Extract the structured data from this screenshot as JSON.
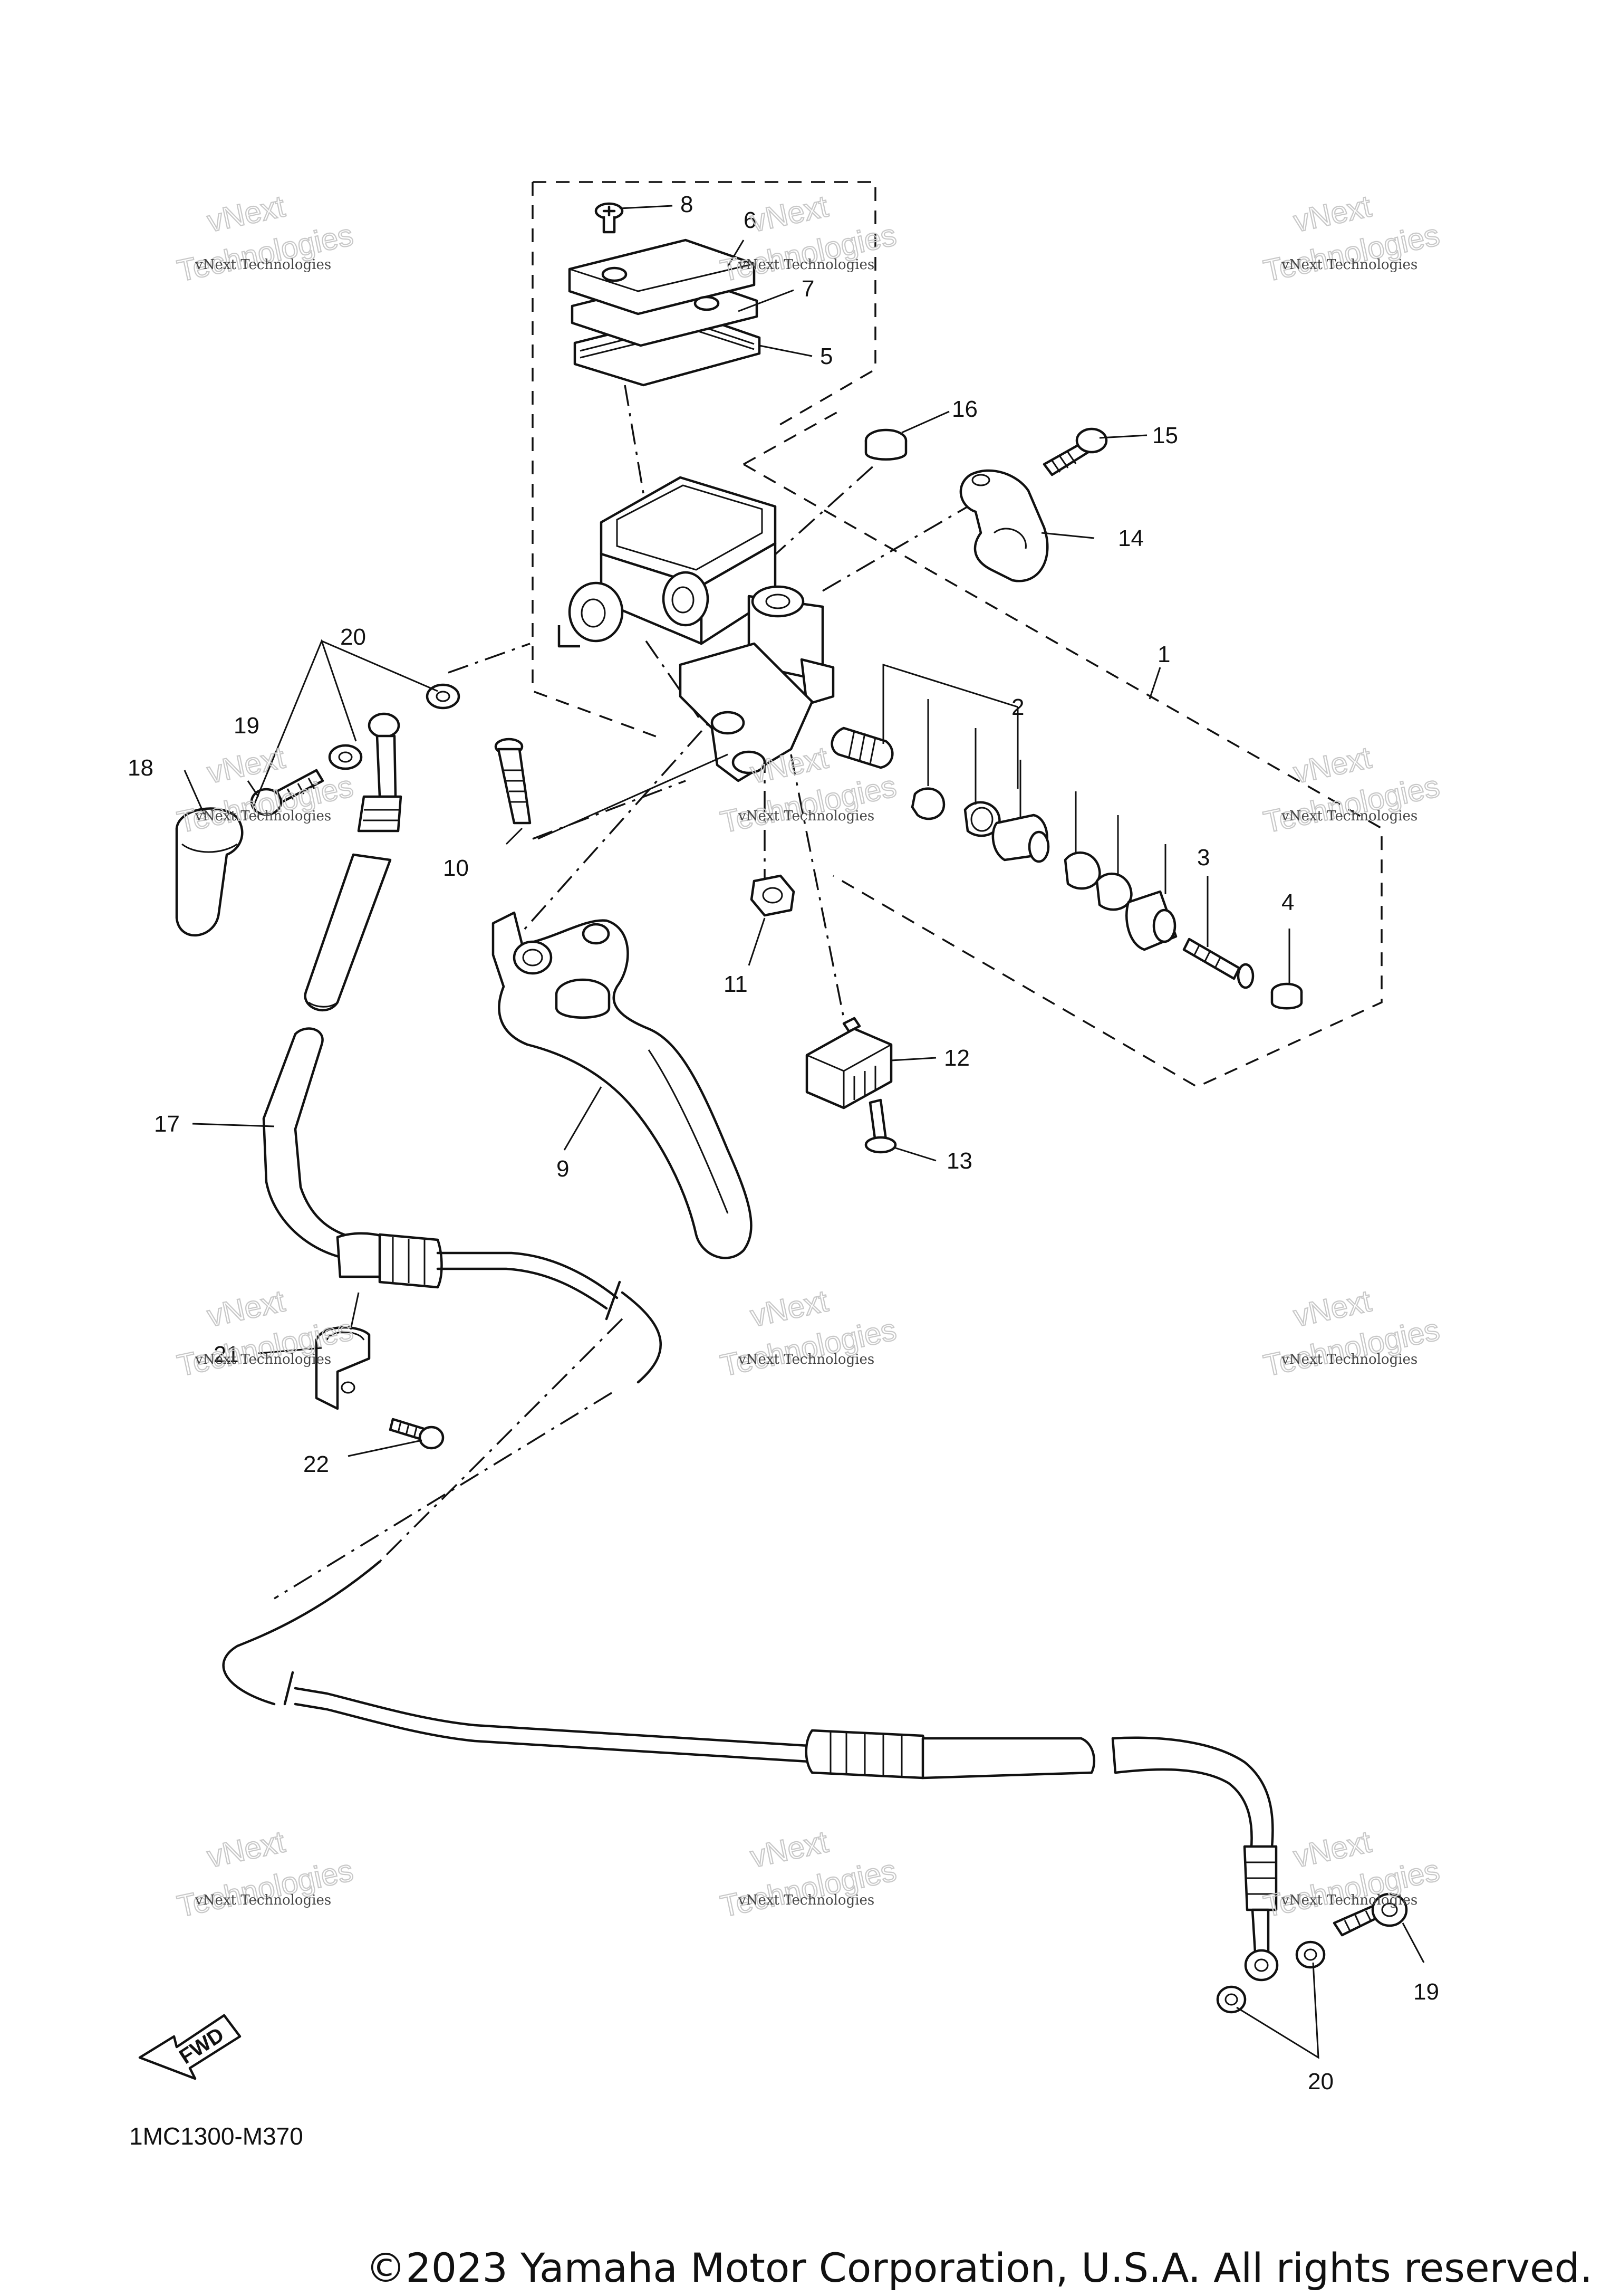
{
  "diagram": {
    "callouts": [
      {
        "id": "1",
        "label": "1"
      },
      {
        "id": "2",
        "label": "2"
      },
      {
        "id": "3",
        "label": "3"
      },
      {
        "id": "4",
        "label": "4"
      },
      {
        "id": "5",
        "label": "5"
      },
      {
        "id": "6",
        "label": "6"
      },
      {
        "id": "7",
        "label": "7"
      },
      {
        "id": "8",
        "label": "8"
      },
      {
        "id": "9",
        "label": "9"
      },
      {
        "id": "10",
        "label": "10"
      },
      {
        "id": "11",
        "label": "11"
      },
      {
        "id": "12",
        "label": "12"
      },
      {
        "id": "13",
        "label": "13"
      },
      {
        "id": "14",
        "label": "14"
      },
      {
        "id": "15",
        "label": "15"
      },
      {
        "id": "16",
        "label": "16"
      },
      {
        "id": "17",
        "label": "17"
      },
      {
        "id": "18",
        "label": "18"
      },
      {
        "id": "19a",
        "label": "19"
      },
      {
        "id": "19b",
        "label": "19"
      },
      {
        "id": "20a",
        "label": "20"
      },
      {
        "id": "20b",
        "label": "20"
      },
      {
        "id": "21",
        "label": "21"
      },
      {
        "id": "22",
        "label": "22"
      }
    ],
    "fwd_label": "FWD",
    "figure_code": "1MC1300-M370",
    "copyright": "©2023 Yamaha Motor Corporation, U.S.A. All rights reserved."
  },
  "watermark": {
    "small": "vNext Technologies",
    "big": "Technologies",
    "top": "vNext"
  }
}
